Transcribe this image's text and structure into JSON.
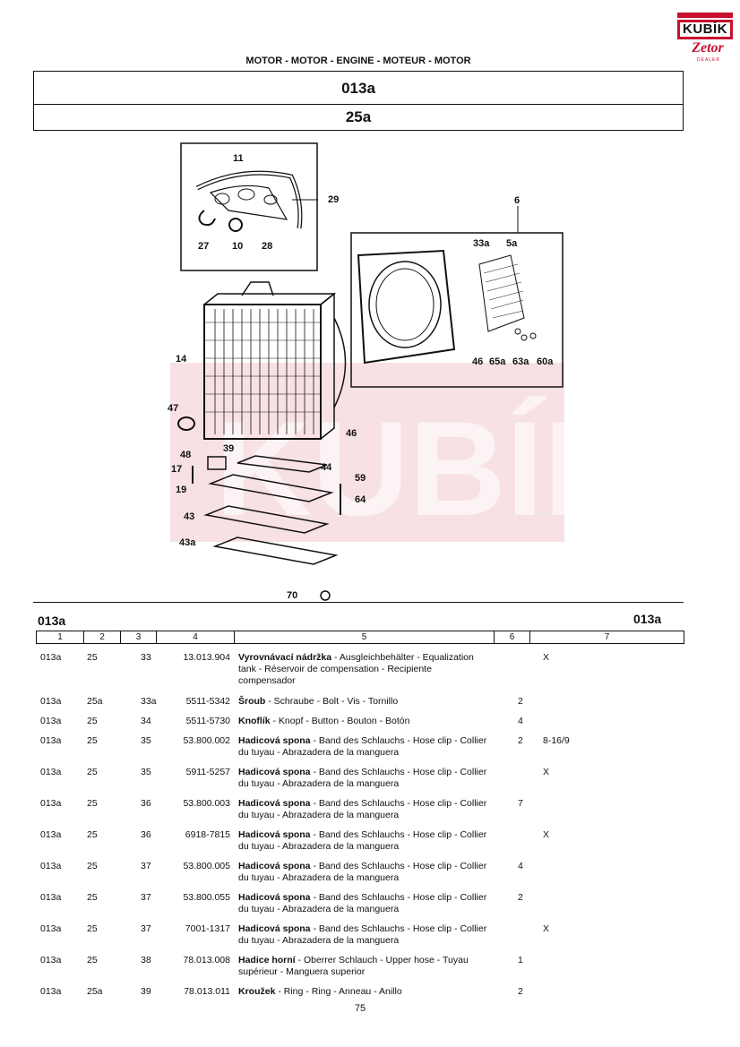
{
  "logo": {
    "brand": "KUBÍK",
    "sub": "Zetor",
    "dealer": "DEALER"
  },
  "header": {
    "title": "MOTOR - MOTOR - ENGINE - MOTEUR - MOTOR",
    "code": "013a",
    "subcode": "25a"
  },
  "diagram": {
    "callouts": [
      "11",
      "29",
      "27",
      "10",
      "28",
      "6",
      "33a",
      "5a",
      "14",
      "46",
      "65a",
      "63a",
      "60a",
      "47",
      "46",
      "48",
      "39",
      "44",
      "17",
      "59",
      "19",
      "64",
      "43",
      "43a",
      "70"
    ]
  },
  "table": {
    "section_left": "013a",
    "section_right": "013a",
    "columns": [
      "1",
      "2",
      "3",
      "4",
      "5",
      "6",
      "7"
    ],
    "rows": [
      {
        "c1": "013a",
        "c2": "25",
        "c3": "33",
        "c4": "13.013.904",
        "name": "Vyrovnávací nádržka",
        "desc": " - Ausgleichbehälter - Equalization tank - Réservoir de compensation - Recipiente compensador",
        "c6": "",
        "c7": "X"
      },
      {
        "c1": "013a",
        "c2": "25a",
        "c3": "33a",
        "c4": "5511-5342",
        "name": "Šroub",
        "desc": " - Schraube - Bolt - Vis - Tornillo",
        "c6": "2",
        "c7": ""
      },
      {
        "c1": "013a",
        "c2": "25",
        "c3": "34",
        "c4": "5511-5730",
        "name": "Knoflík",
        "desc": " - Knopf - Button - Bouton - Botón",
        "c6": "4",
        "c7": ""
      },
      {
        "c1": "013a",
        "c2": "25",
        "c3": "35",
        "c4": "53.800.002",
        "name": "Hadicová spona",
        "desc": " - Band des Schlauchs - Hose clip - Collier du tuyau - Abrazadera de la manguera",
        "c6": "2",
        "c7": "8-16/9"
      },
      {
        "c1": "013a",
        "c2": "25",
        "c3": "35",
        "c4": "5911-5257",
        "name": "Hadicová spona",
        "desc": " - Band des Schlauchs - Hose clip - Collier du tuyau - Abrazadera de la manguera",
        "c6": "",
        "c7": "X"
      },
      {
        "c1": "013a",
        "c2": "25",
        "c3": "36",
        "c4": "53.800.003",
        "name": "Hadicová spona",
        "desc": " - Band des Schlauchs - Hose clip - Collier du tuyau - Abrazadera de la manguera",
        "c6": "7",
        "c7": ""
      },
      {
        "c1": "013a",
        "c2": "25",
        "c3": "36",
        "c4": "6918-7815",
        "name": "Hadicová spona",
        "desc": " - Band des Schlauchs - Hose clip - Collier du tuyau - Abrazadera de la manguera",
        "c6": "",
        "c7": "X"
      },
      {
        "c1": "013a",
        "c2": "25",
        "c3": "37",
        "c4": "53.800.005",
        "name": "Hadicová spona",
        "desc": " - Band des Schlauchs - Hose clip - Collier du tuyau - Abrazadera de la manguera",
        "c6": "4",
        "c7": ""
      },
      {
        "c1": "013a",
        "c2": "25",
        "c3": "37",
        "c4": "53.800.055",
        "name": "Hadicová spona",
        "desc": " - Band des Schlauchs - Hose clip - Collier du tuyau - Abrazadera de la manguera",
        "c6": "2",
        "c7": ""
      },
      {
        "c1": "013a",
        "c2": "25",
        "c3": "37",
        "c4": "7001-1317",
        "name": "Hadicová spona",
        "desc": " - Band des Schlauchs - Hose clip - Collier du tuyau - Abrazadera de la manguera",
        "c6": "",
        "c7": "X"
      },
      {
        "c1": "013a",
        "c2": "25",
        "c3": "38",
        "c4": "78.013.008",
        "name": "Hadice horní",
        "desc": " - Oberrer Schlauch - Upper hose - Tuyau supérieur - Manguera superior",
        "c6": "1",
        "c7": ""
      },
      {
        "c1": "013a",
        "c2": "25a",
        "c3": "39",
        "c4": "78.013.011",
        "name": "Kroužek",
        "desc": " - Ring - Ring - Anneau - Anillo",
        "c6": "2",
        "c7": ""
      }
    ]
  },
  "page_number": "75"
}
